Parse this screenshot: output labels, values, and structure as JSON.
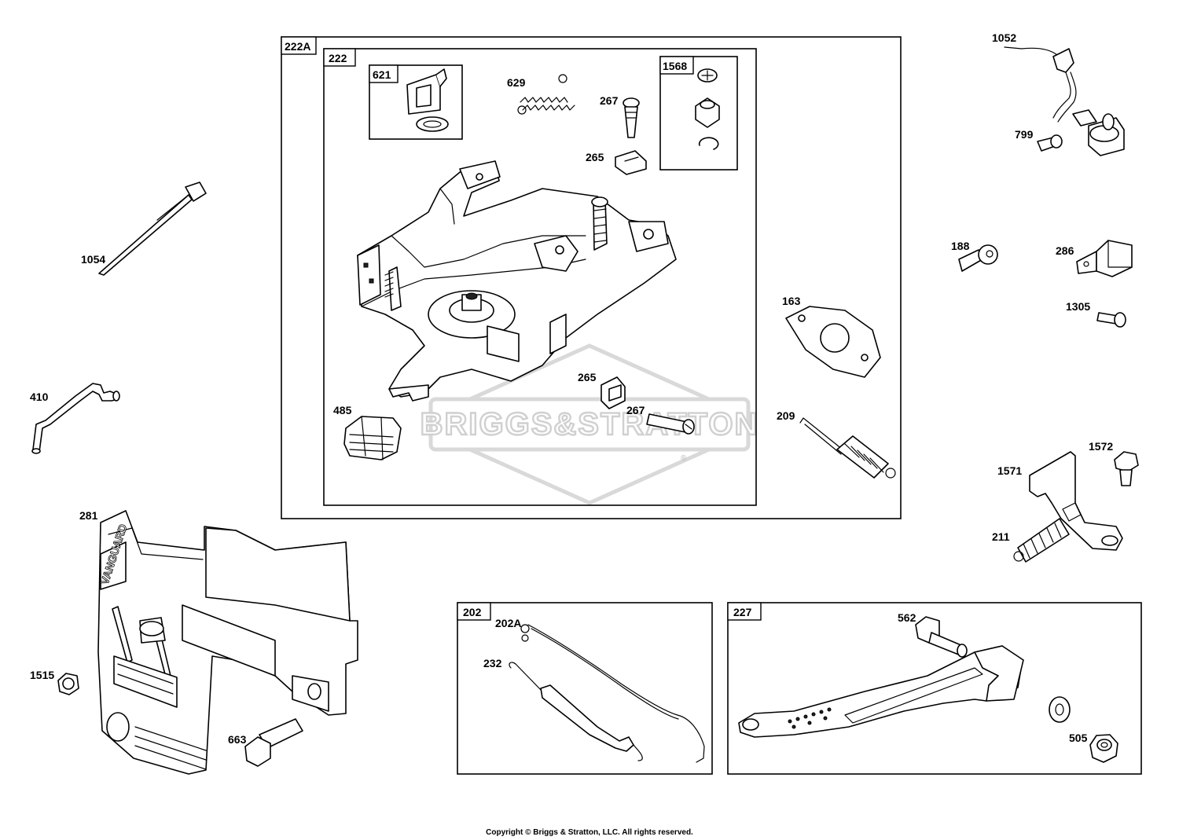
{
  "watermark": {
    "brand": "BRIGGS&STRATTON",
    "mark": "®"
  },
  "copyright": "Copyright © Briggs & Stratton, LLC. All rights reserved.",
  "groups": {
    "g222A": "222A",
    "g222": "222",
    "g621": "621",
    "g1568": "1568",
    "g202": "202",
    "g227": "227"
  },
  "parts": {
    "p629": "629",
    "p267a": "267",
    "p265a": "265",
    "p265b": "265",
    "p267b": "267",
    "p485": "485",
    "p1052": "1052",
    "p799": "799",
    "p1054": "1054",
    "p188": "188",
    "p286": "286",
    "p1305": "1305",
    "p163": "163",
    "p410": "410",
    "p209": "209",
    "p1572": "1572",
    "p1571": "1571",
    "p211": "211",
    "p281": "281",
    "p1515": "1515",
    "p663": "663",
    "p202A": "202A",
    "p232": "232",
    "p562": "562",
    "p505": "505"
  },
  "cover_text": "VANGUARD"
}
